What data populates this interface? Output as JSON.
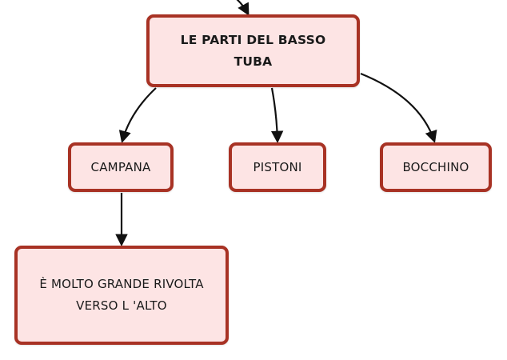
{
  "root": {
    "label": "LE PARTI DEL BASSO TUBA"
  },
  "children": [
    {
      "id": "campana",
      "label": "CAMPANA"
    },
    {
      "id": "pistoni",
      "label": "PISTONI"
    },
    {
      "id": "bocchino",
      "label": "BOCCHINO"
    }
  ],
  "campana_detail": {
    "label": "È MOLTO GRANDE RIVOLTA VERSO L 'ALTO"
  },
  "colors": {
    "node_fill": "#fde4e4",
    "node_border": "#a83224",
    "connector": "#111111",
    "text": "#1a1a1a"
  }
}
